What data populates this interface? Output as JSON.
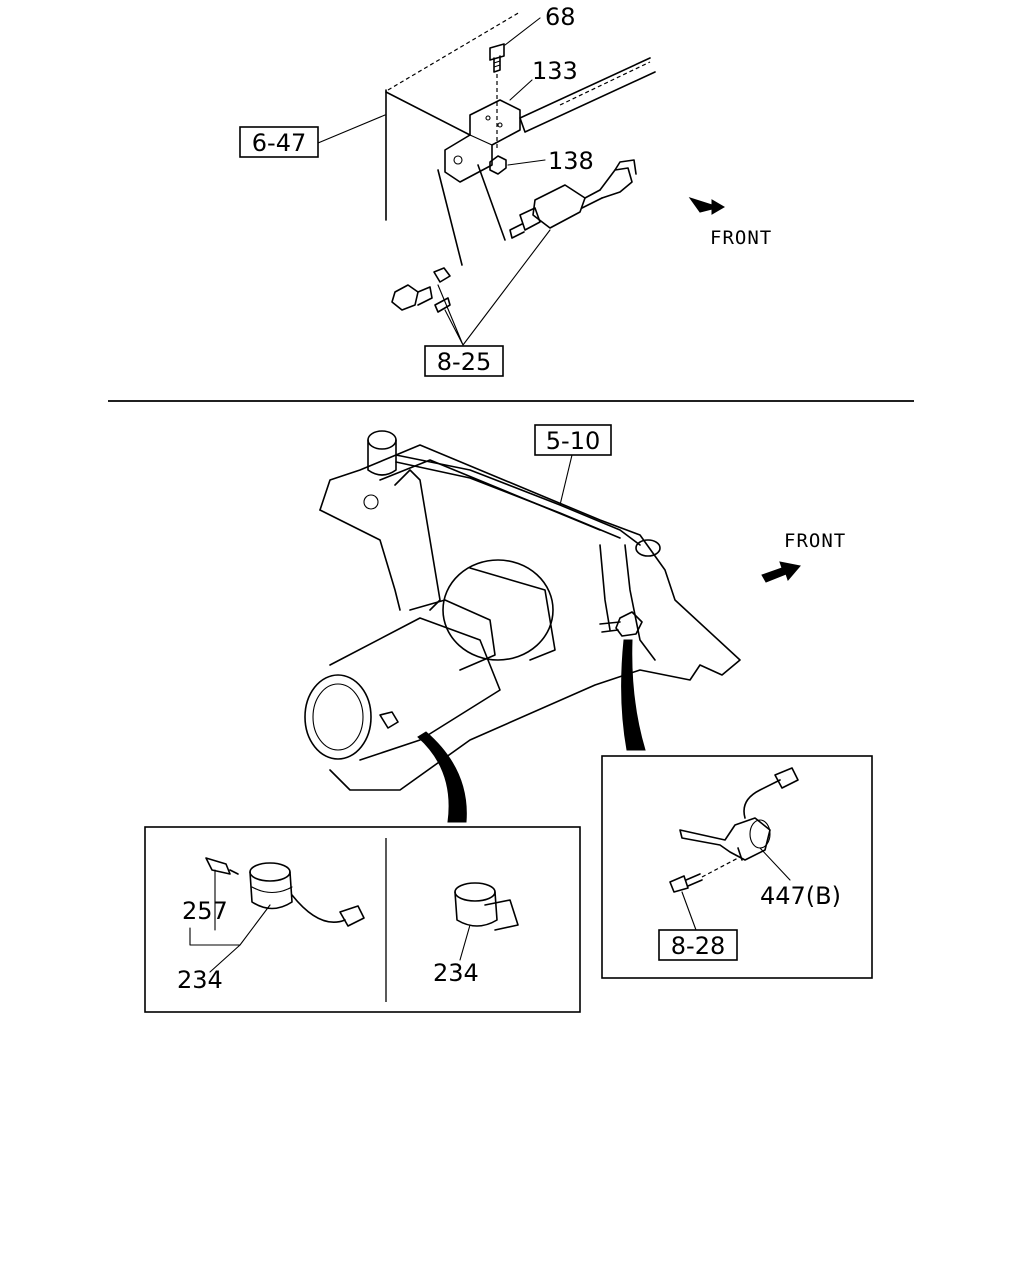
{
  "top_view": {
    "ref_box_a": "6-47",
    "ref_box_b": "8-25",
    "callouts": [
      "68",
      "133",
      "138"
    ],
    "direction": "FRONT"
  },
  "bottom_view": {
    "ref_box_a": "5-10",
    "direction": "FRONT",
    "inset_left": {
      "callout_a": "257",
      "callout_b": "234",
      "callout_c": "234"
    },
    "inset_right": {
      "callout_a": "447(B)",
      "ref_box": "8-28"
    }
  }
}
